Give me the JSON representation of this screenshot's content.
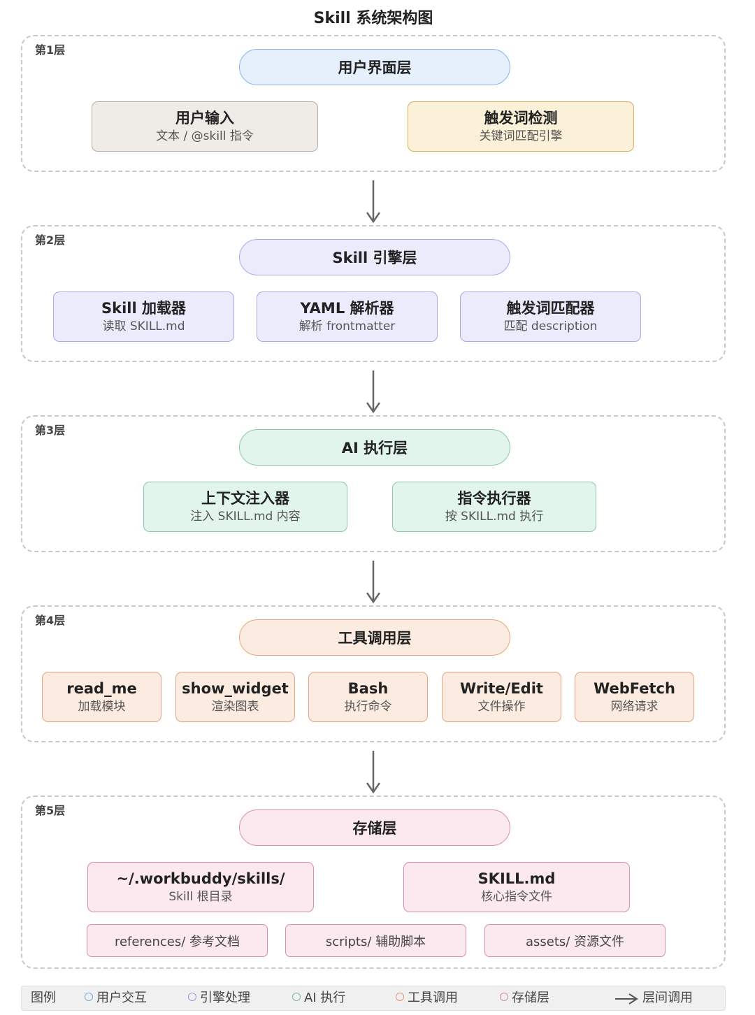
{
  "title": "Skill 系统架构图",
  "layers": [
    {
      "label": "第1层",
      "header": "用户界面层",
      "boxes": [
        {
          "title": "用户输入",
          "sub": "文本 / @skill 指令"
        },
        {
          "title": "触发词检测",
          "sub": "关键词匹配引擎"
        }
      ]
    },
    {
      "label": "第2层",
      "header": "Skill 引擎层",
      "boxes": [
        {
          "title": "Skill 加载器",
          "sub": "读取 SKILL.md"
        },
        {
          "title": "YAML 解析器",
          "sub": "解析 frontmatter"
        },
        {
          "title": "触发词匹配器",
          "sub": "匹配 description"
        }
      ]
    },
    {
      "label": "第3层",
      "header": "AI 执行层",
      "boxes": [
        {
          "title": "上下文注入器",
          "sub": "注入 SKILL.md 内容"
        },
        {
          "title": "指令执行器",
          "sub": "按 SKILL.md 执行"
        }
      ]
    },
    {
      "label": "第4层",
      "header": "工具调用层",
      "boxes": [
        {
          "title": "read_me",
          "sub": "加载模块"
        },
        {
          "title": "show_widget",
          "sub": "渲染图表"
        },
        {
          "title": "Bash",
          "sub": "执行命令"
        },
        {
          "title": "Write/Edit",
          "sub": "文件操作"
        },
        {
          "title": "WebFetch",
          "sub": "网络请求"
        }
      ]
    },
    {
      "label": "第5层",
      "header": "存储层",
      "boxes": [
        {
          "title": "~/.workbuddy/skills/",
          "sub": "Skill 根目录"
        },
        {
          "title": "SKILL.md",
          "sub": "核心指令文件"
        }
      ],
      "files": [
        "references/ 参考文档",
        "scripts/ 辅助脚本",
        "assets/ 资源文件"
      ]
    }
  ],
  "legend": {
    "label": "图例",
    "items": [
      {
        "text": "用户交互",
        "color": "#7aa7e0"
      },
      {
        "text": "引擎处理",
        "color": "#9a9ae0"
      },
      {
        "text": "AI 执行",
        "color": "#7fc09a"
      },
      {
        "text": "工具调用",
        "color": "#df9a76"
      },
      {
        "text": "存储层",
        "color": "#d68aa2"
      }
    ],
    "arrow_text": "层间调用"
  },
  "colors": {
    "ui": "#e5f0fc",
    "input": "#efebe6",
    "trigger": "#fbf0d8",
    "engine": "#ebebfc",
    "ai": "#e1f5ec",
    "tool": "#fcebe1",
    "storage": "#fce9ef"
  }
}
